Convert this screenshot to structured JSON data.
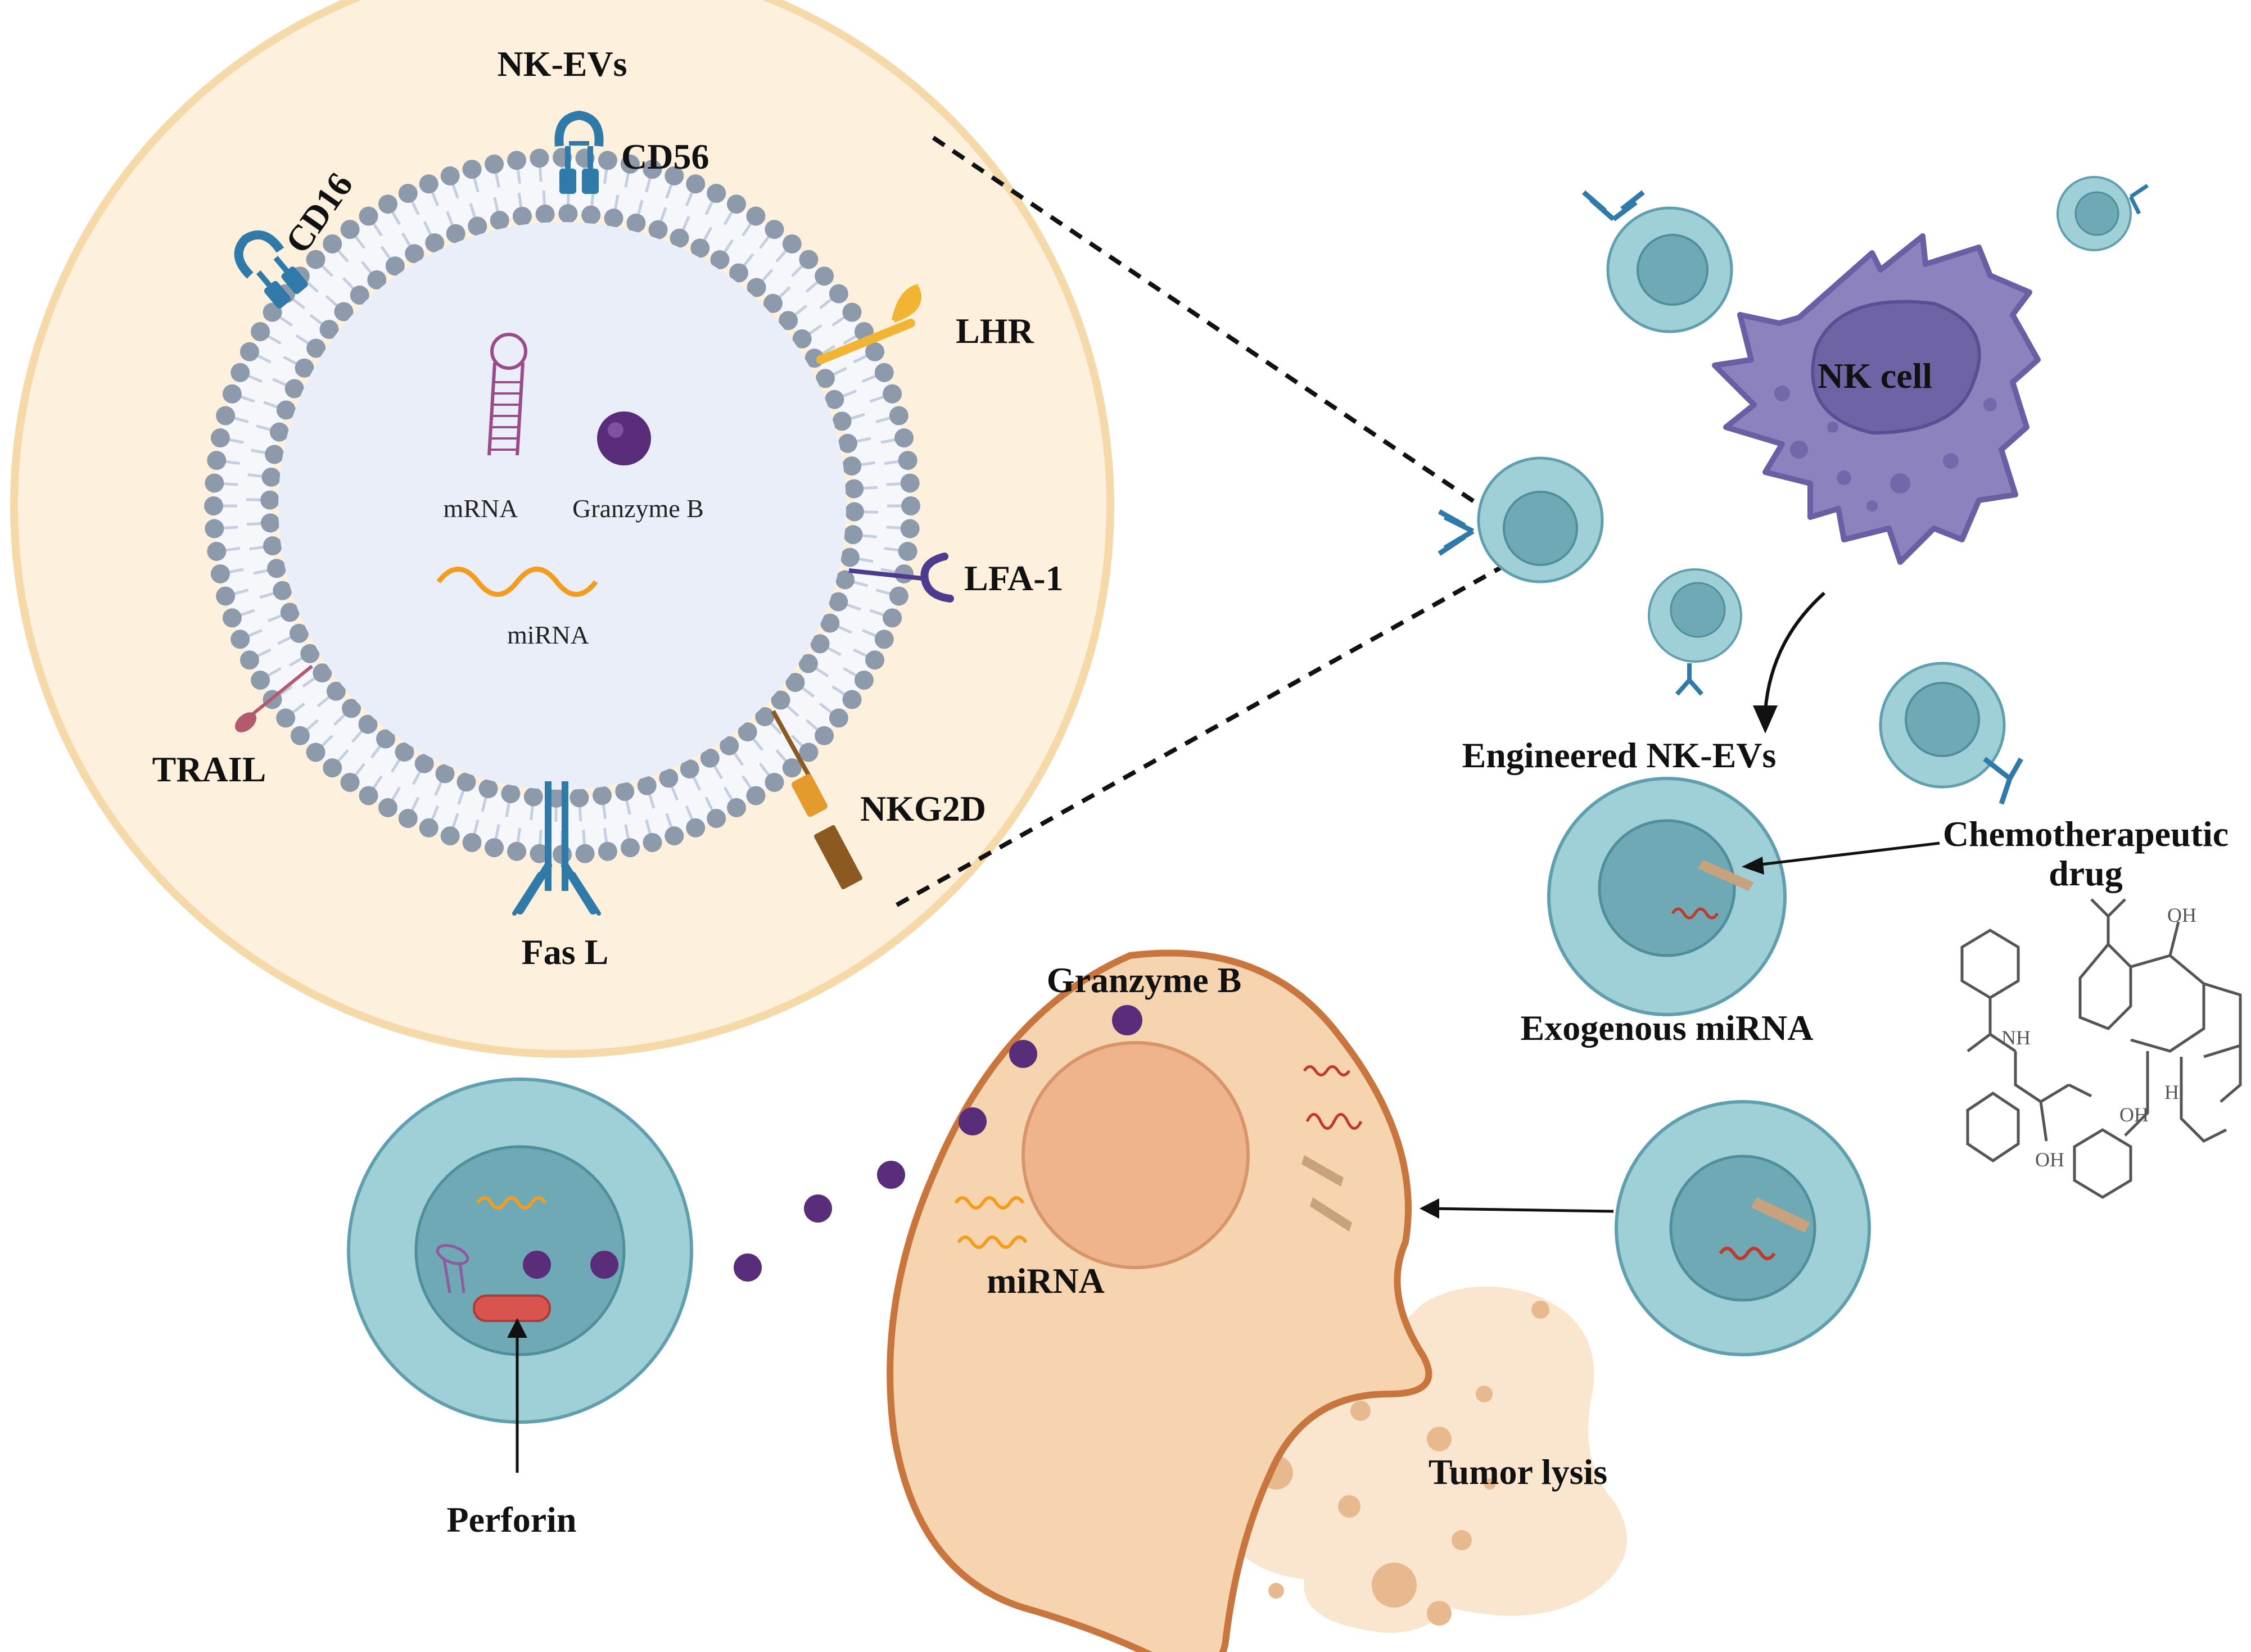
{
  "labels": {
    "ev_title": "NK-EVs",
    "cd56": "CD56",
    "cd16": "CD16",
    "lhr": "LHR",
    "lfa1": "LFA-1",
    "trail": "TRAIL",
    "nkg2d": "NKG2D",
    "fasl": "Fas L",
    "mrna": "mRNA",
    "granzyme_inner": "Granzyme B",
    "mirna_inner": "miRNA",
    "nk_cell": "NK cell",
    "engineered": "Engineered NK-EVs",
    "chemo_line1": "Chemotherapeutic",
    "chemo_line2": "drug",
    "exogenous": "Exogenous miRNA",
    "granzyme_tumor": "Granzyme B",
    "mirna_tumor": "miRNA",
    "tumor_lysis": "Tumor lysis",
    "perforin": "Perforin"
  },
  "chem_labels": {
    "nh": "NH",
    "oh1": "OH",
    "oh2": "OH",
    "oh3": "OH",
    "h": "H"
  },
  "colors": {
    "ev_bg": "#fdf0dc",
    "ev_border": "#f6d9a8",
    "membrane_head": "#8c9aac",
    "membrane_tail": "#c5cfe0",
    "ev_inner": "#e9eef8",
    "vesicle_outer": "#9fd0d8",
    "vesicle_inner": "#6fa9b6",
    "nk_body": "#8c82bd",
    "nk_nucleus": "#6e63a5",
    "tumor": "#f6d4b0",
    "tumor_border": "#c8763e",
    "tumor_nucleus": "#f0b48c",
    "granule": "#5a2d7a",
    "mirna_orange": "#f39c1e",
    "mirna_red": "#c0392b",
    "drug": "#c7a27c",
    "receptor_blue": "#2f7aa8",
    "lhr": "#f2b533",
    "lfa1": "#4c3b8f",
    "trail": "#b45a6e",
    "nkg2d": "#8c5a20"
  }
}
